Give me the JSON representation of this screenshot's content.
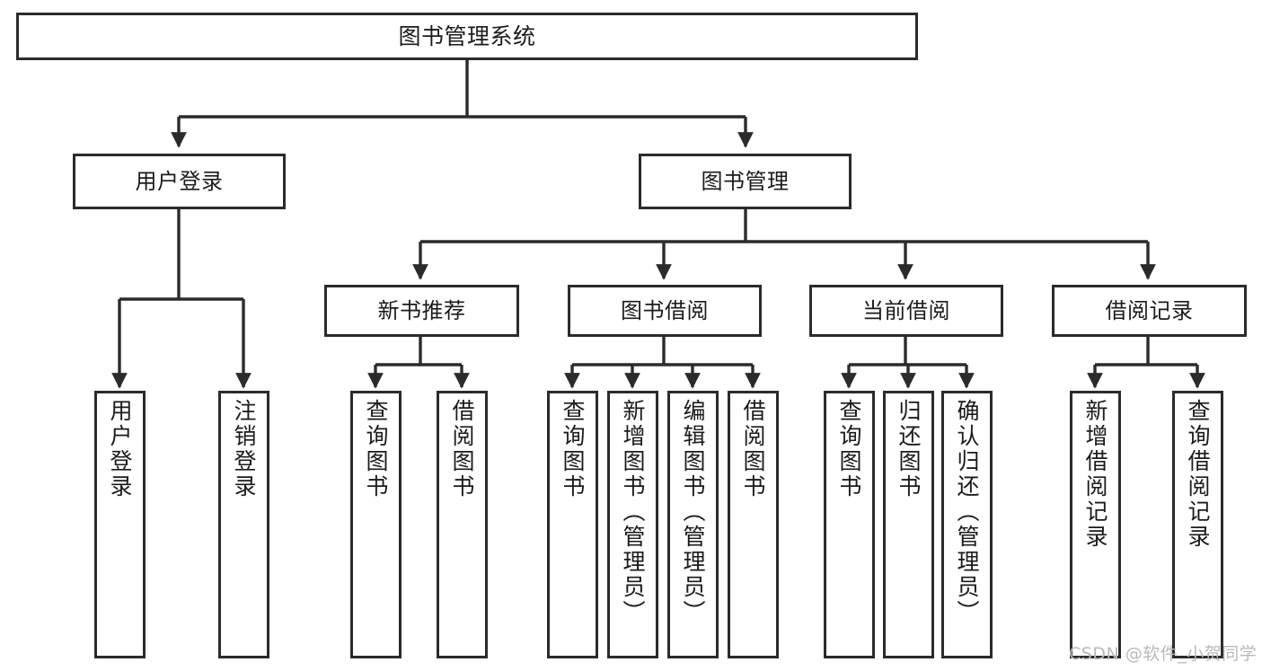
{
  "diagram": {
    "title": "图书管理系统",
    "type": "hierarchy-tree",
    "root": {
      "label": "图书管理系统"
    },
    "level2": [
      {
        "label": "用户登录"
      },
      {
        "label": "图书管理"
      }
    ],
    "level3": [
      {
        "label": "新书推荐"
      },
      {
        "label": "图书借阅"
      },
      {
        "label": "当前借阅"
      },
      {
        "label": "借阅记录"
      }
    ],
    "leaves": {
      "user_login": [
        {
          "label": "用户登录"
        },
        {
          "label": "注销登录"
        }
      ],
      "new_book_recommend": [
        {
          "label": "查询图书"
        },
        {
          "label": "借阅图书"
        }
      ],
      "book_borrow": [
        {
          "label": "查询图书"
        },
        {
          "label": "新增图书（管理员）"
        },
        {
          "label": "编辑图书（管理员）"
        },
        {
          "label": "借阅图书"
        }
      ],
      "current_borrow": [
        {
          "label": "查询图书"
        },
        {
          "label": "归还图书"
        },
        {
          "label": "确认归还（管理员）"
        }
      ],
      "borrow_record": [
        {
          "label": "新增借阅记录"
        },
        {
          "label": "查询借阅记录"
        }
      ]
    }
  },
  "watermark": {
    "text": "CSDN @软件_小贺同学"
  },
  "colors": {
    "stroke": "#2b2b2b",
    "background": "#ffffff",
    "text": "#1b1b1b",
    "watermark": "#b9b9b9"
  }
}
